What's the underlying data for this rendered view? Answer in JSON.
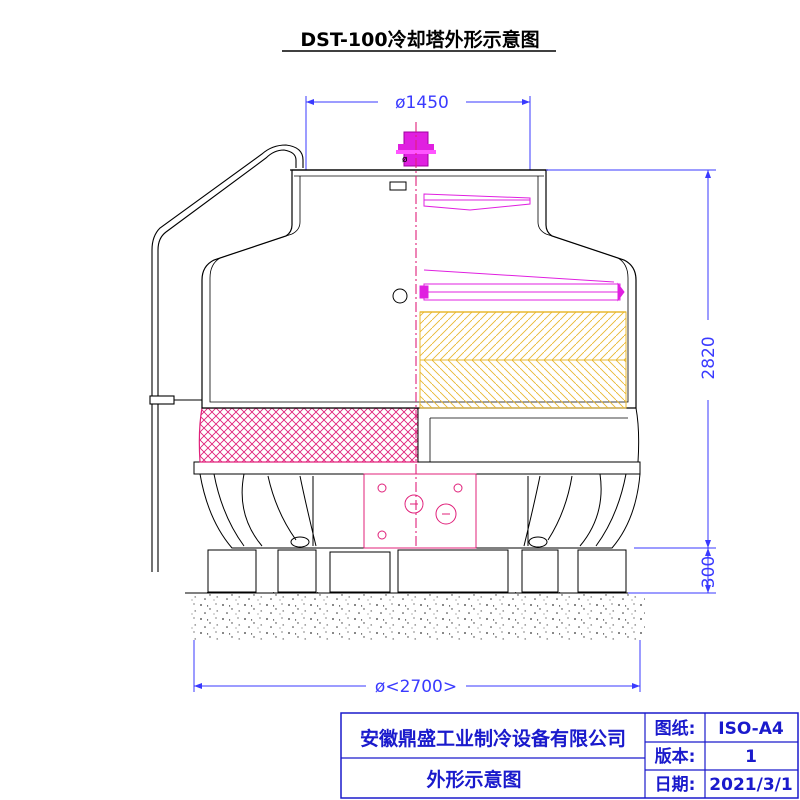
{
  "title": "DST-100冷却塔外形示意图",
  "dimensions": {
    "top_diameter": "ø1450",
    "height": "2820",
    "base_height": "300",
    "base_diameter": "ø<2700>"
  },
  "title_block": {
    "company": "安徽鼎盛工业制冷设备有限公司",
    "drawing_name": "外形示意图",
    "paper_label": "图纸:",
    "paper_value": "ISO-A4",
    "version_label": "版本:",
    "version_value": "1",
    "date_label": "日期:",
    "date_value": "2021/3/1"
  },
  "colors": {
    "outline": "#000000",
    "dimension": "#3a3aff",
    "title_block": "#1a1acc",
    "fill_magenta": "#e0207a",
    "fill_yellow": "#e8b830",
    "motor": "#e020e0"
  }
}
